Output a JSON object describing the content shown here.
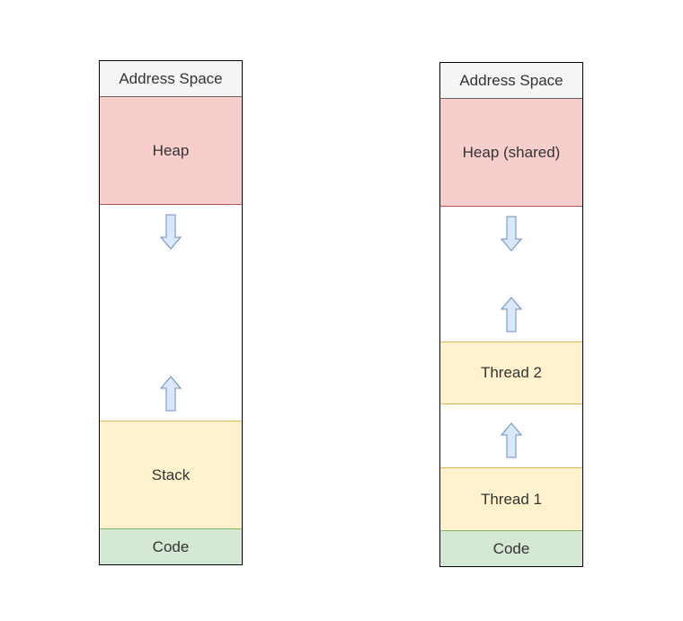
{
  "diagrams": [
    {
      "header": "Address Space",
      "heap_label": "Heap",
      "stack_label": "Stack",
      "code_label": "Code"
    },
    {
      "header": "Address Space",
      "heap_label": "Heap (shared)",
      "thread2_label": "Thread 2",
      "thread1_label": "Thread 1",
      "code_label": "Code"
    }
  ],
  "colors": {
    "header_fill": "#f5f5f5",
    "heap_fill": "#f8cecc",
    "heap_stroke": "#b85450",
    "stack_fill": "#fff2cc",
    "stack_stroke": "#d6b656",
    "code_fill": "#d5e8d4",
    "code_stroke": "#82b366",
    "arrow_fill": "#dae8fc",
    "arrow_stroke": "#6c8ebf"
  }
}
